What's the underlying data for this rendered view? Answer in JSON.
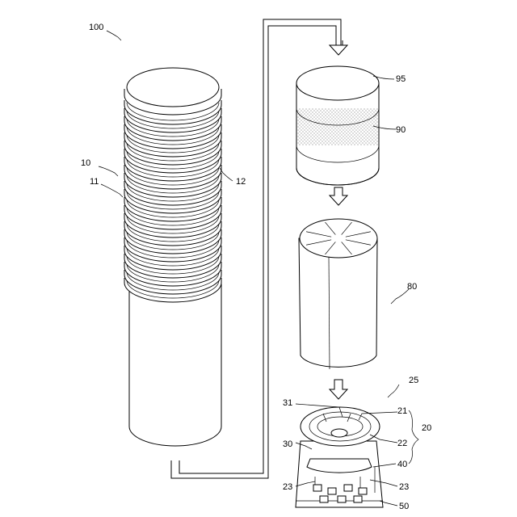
{
  "labels": {
    "l100": "100",
    "l10": "10",
    "l11": "11",
    "l12": "12",
    "l95": "95",
    "l90": "90",
    "l80": "80",
    "l25": "25",
    "l31": "31",
    "l21": "21",
    "l20": "20",
    "l22": "22",
    "l30": "30",
    "l40": "40",
    "l23a": "23",
    "l23b": "23",
    "l50": "50"
  }
}
